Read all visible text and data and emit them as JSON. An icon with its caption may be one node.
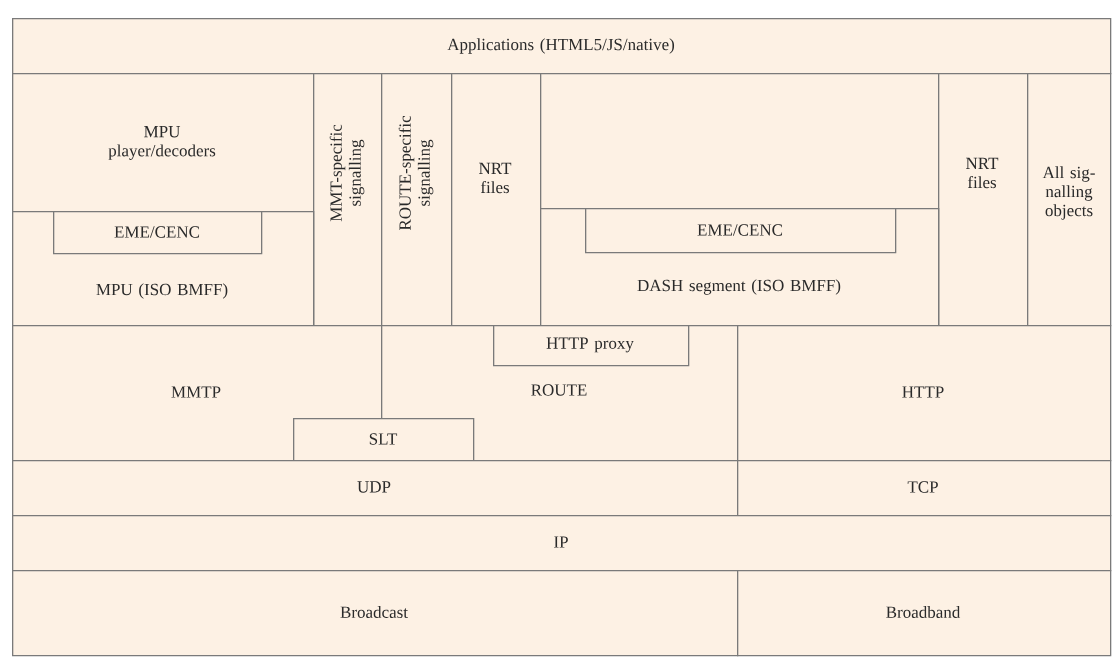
{
  "diagram": {
    "nodes": [
      {
        "text": [
          "Applications (HTML5/JS/native)"
        ]
      },
      {
        "text": [
          "MPU player/decoders"
        ]
      },
      {
        "text": [
          "MMT-specific signalling"
        ]
      },
      {
        "text": [
          "ROUTE-specific signalling"
        ]
      },
      {
        "text": [
          "NRT files"
        ]
      },
      {
        "text": [],
        "shape": "box"
      },
      {
        "text": [
          "NRT files"
        ]
      },
      {
        "text": [
          "All sig-nalling objects"
        ]
      },
      {
        "text": [
          "MPU (ISO BMFF)"
        ]
      },
      {
        "text": [
          "EME/CENC"
        ],
        "in": 8
      },
      {
        "text": [
          "DASH segment (ISO BMFF)"
        ]
      },
      {
        "text": [
          "EME/CENC"
        ],
        "in": 10
      },
      {
        "text": [
          "MMTP"
        ]
      },
      {
        "text": [
          "ROUTE"
        ]
      },
      {
        "text": [
          "HTTP proxy"
        ],
        "in": 13
      },
      {
        "text": [
          "HTTP"
        ]
      },
      {
        "text": [
          "SLT"
        ]
      },
      {
        "text": [
          "UDP"
        ]
      },
      {
        "text": [
          "TCP"
        ]
      },
      {
        "text": [
          "IP"
        ]
      },
      {
        "text": [
          "Broadcast"
        ]
      },
      {
        "text": [
          "Broadband"
        ]
      }
    ]
  }
}
